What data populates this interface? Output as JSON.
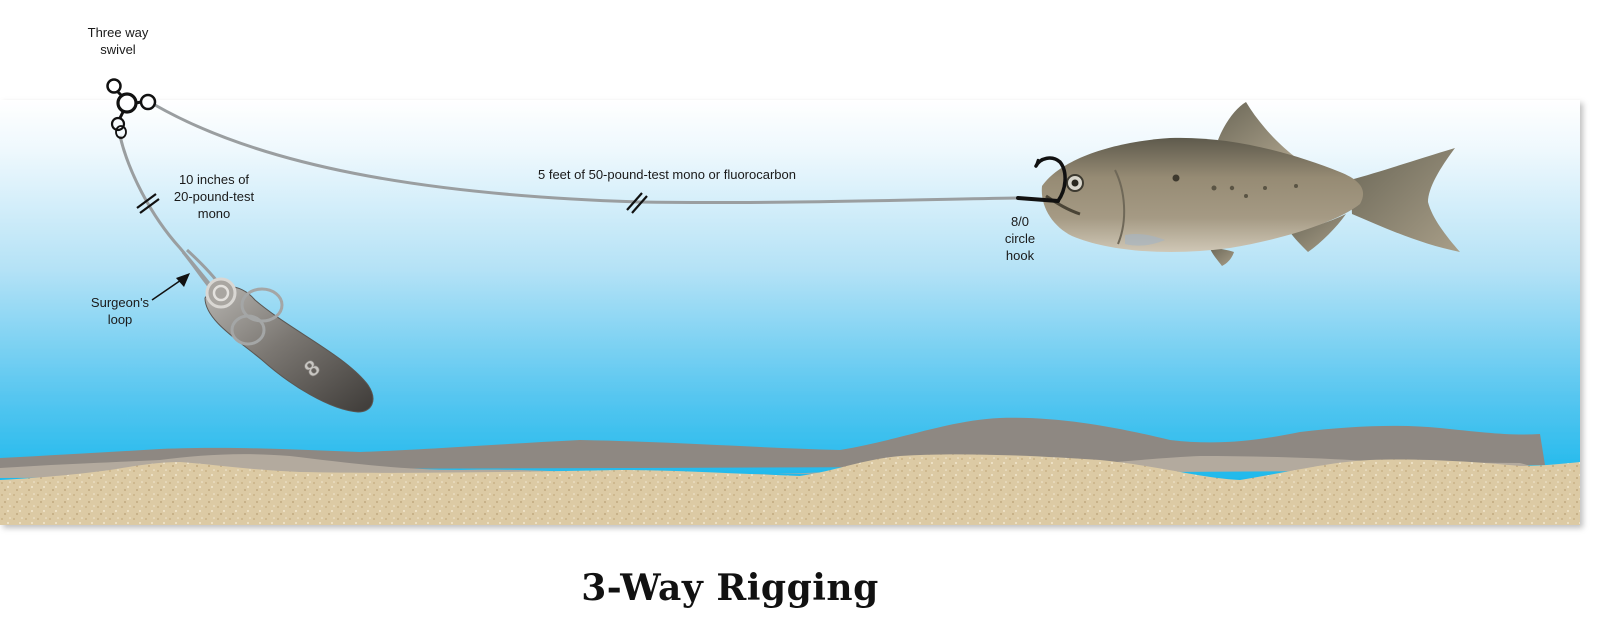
{
  "title": "3-Way Rigging",
  "labels": {
    "swivel": {
      "line1": "Three way",
      "line2": "swivel"
    },
    "dropper_line": {
      "line1": "10 inches of",
      "line2": "20-pound-test",
      "line3": "mono"
    },
    "surgeons_loop": {
      "line1": "Surgeon's",
      "line2": "loop"
    },
    "leader": {
      "line1": "5 feet of 50-pound-test mono or fluorocarbon"
    },
    "hook": {
      "line1": "8/0",
      "line2": "circle",
      "line3": "hook"
    }
  },
  "sinker_marking": "8",
  "colors": {
    "water_top": "#ffffff",
    "water_mid": "#a8dcf4",
    "water_bottom": "#00b4ec",
    "line": "#9a9ea0",
    "sand": "#dccaa4",
    "seabed_dark": "#8c8680",
    "seabed_light": "#b4aca0",
    "fish_body": "#8f8671",
    "sinker": "#6e6a66"
  },
  "icons": [
    "three-way-swivel-icon",
    "bank-sinker-icon",
    "circle-hook-icon",
    "bait-fish-icon",
    "line-break-mark-icon",
    "arrow-icon"
  ]
}
